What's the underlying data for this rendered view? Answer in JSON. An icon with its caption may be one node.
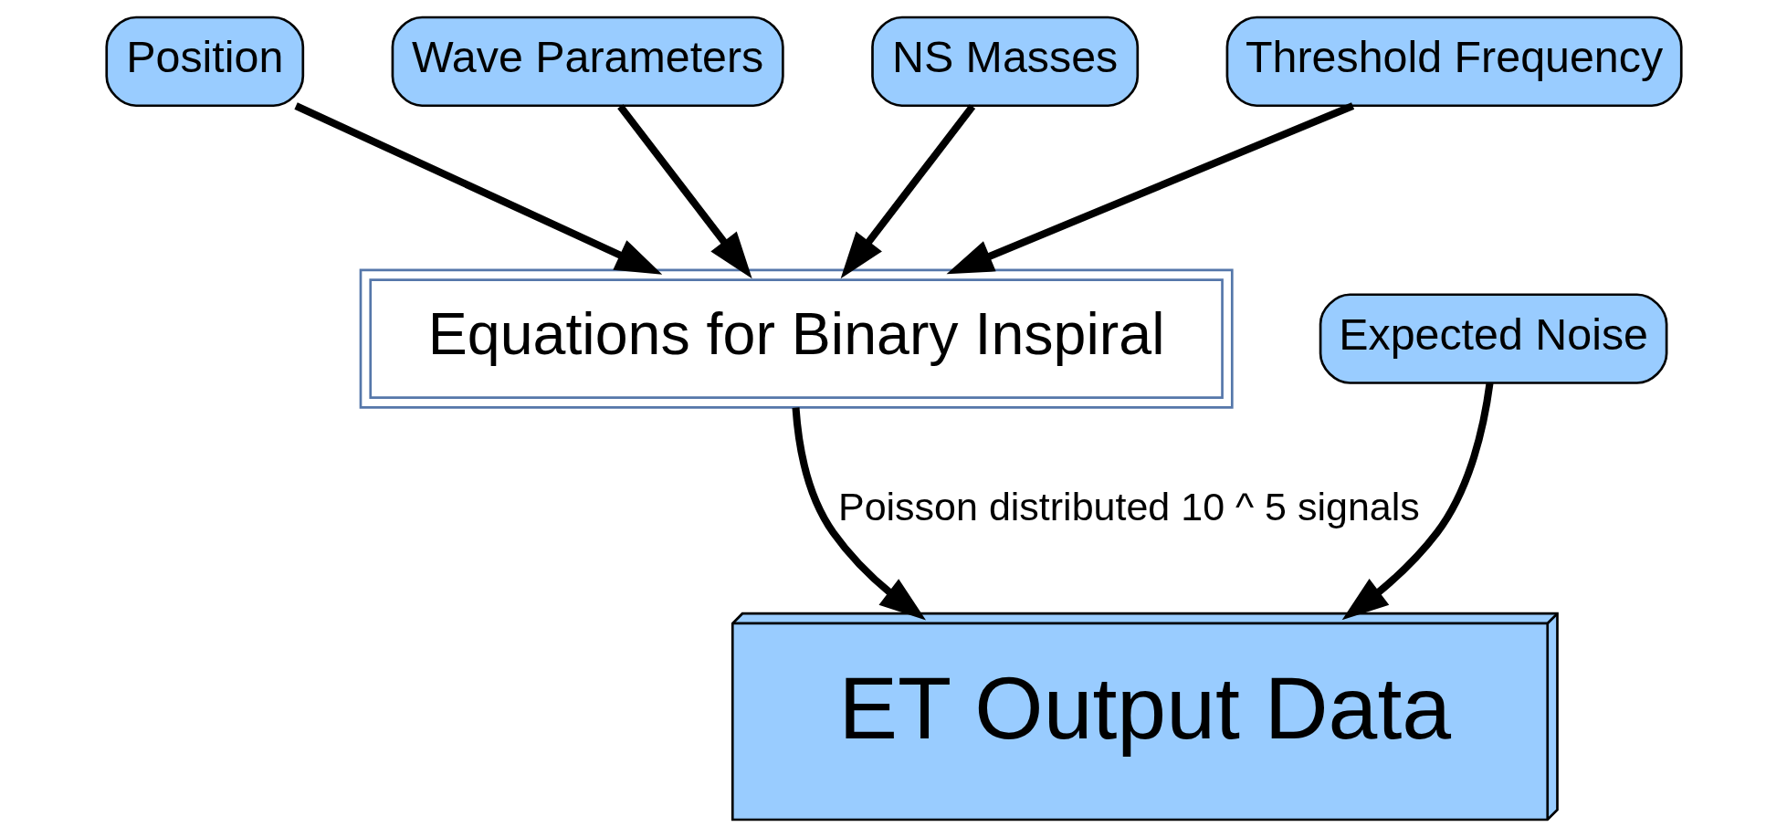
{
  "diagram": {
    "nodes": [
      {
        "text": [
          "Position"
        ]
      },
      {
        "text": [
          "Wave Parameters"
        ]
      },
      {
        "text": [
          "NS Masses"
        ]
      },
      {
        "text": [
          "Threshold Frequency"
        ]
      },
      {
        "text": [
          "Equations for Binary Inspiral"
        ]
      },
      {
        "text": [
          "ET Output Data"
        ]
      },
      {
        "text": [
          "Expected Noise"
        ]
      }
    ],
    "edges": [
      {
        "from": 0,
        "to": 4,
        "arrow": "to"
      },
      {
        "from": 1,
        "to": 4,
        "arrow": "to"
      },
      {
        "from": 2,
        "to": 4,
        "arrow": "to"
      },
      {
        "from": 3,
        "to": 4,
        "arrow": "to"
      },
      {
        "from": 4,
        "to": 5,
        "arrow": "to",
        "label": "Poisson distributed 10 ^ 5 signals"
      },
      {
        "from": 6,
        "to": 5,
        "arrow": "to"
      }
    ]
  }
}
